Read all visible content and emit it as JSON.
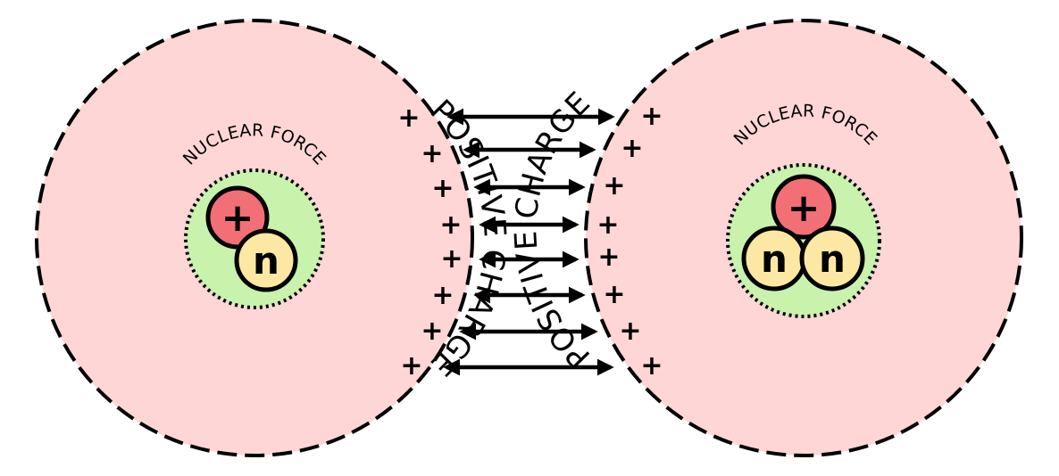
{
  "labels": {
    "nuclear_force": "NUCLEAR FORCE",
    "positive_charge": "POSITIVE CHARGE",
    "proton_symbol": "+",
    "neutron_symbol": "n",
    "charge_symbol": "+"
  },
  "nuclei": [
    {
      "name": "left",
      "protons": 1,
      "neutrons": 1
    },
    {
      "name": "right",
      "protons": 1,
      "neutrons": 2
    }
  ],
  "repulsion_arrow_count": 8,
  "colors": {
    "outer_fill": "#ffd6d6",
    "core_fill": "#c9f2ad",
    "proton_fill": "#f36f76",
    "neutron_fill": "#fce8a2",
    "stroke": "#000000"
  }
}
